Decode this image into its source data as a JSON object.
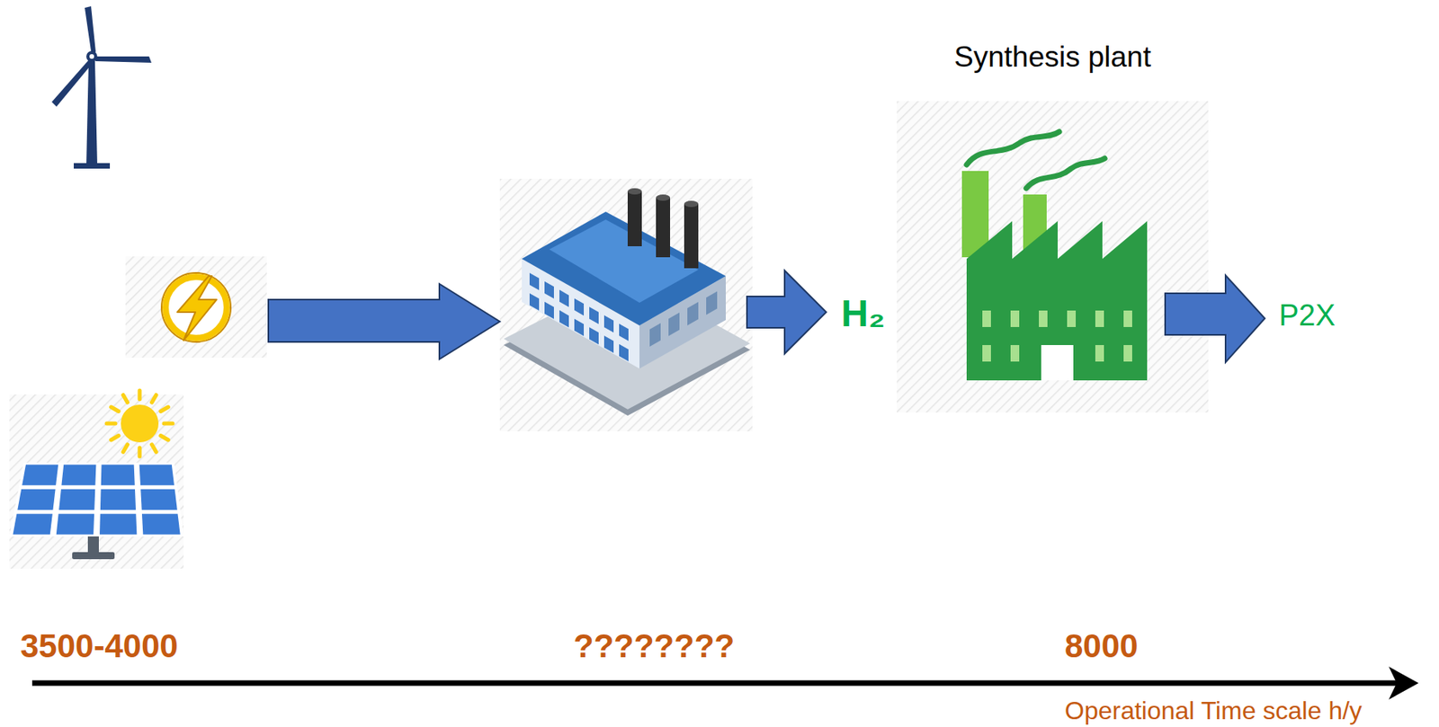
{
  "diagram": {
    "nodes": [
      {
        "text": [
          "Synthesis plant"
        ]
      }
    ],
    "labels": [
      "H₂",
      "P2X",
      "3500-4000",
      "????????",
      "8000",
      "Operational Time scale h/y"
    ]
  }
}
